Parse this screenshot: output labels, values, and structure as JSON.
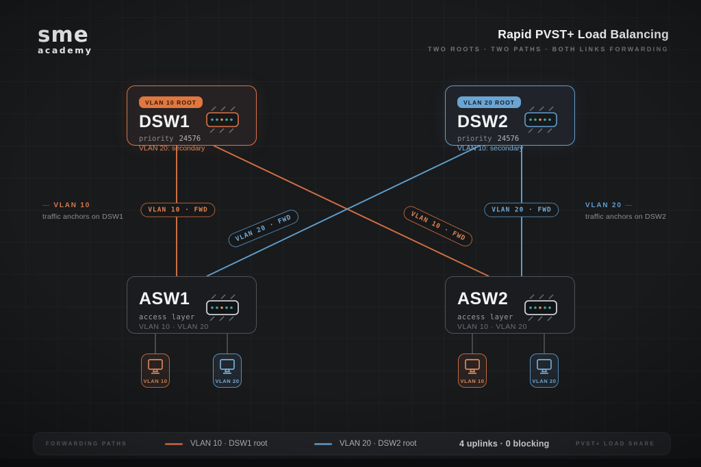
{
  "brand": {
    "top": "sme",
    "bottom": "academy"
  },
  "header": {
    "title": "Rapid PVST+ Load Balancing",
    "subtitle": "TWO ROOTS · TWO PATHS · BOTH LINKS FORWARDING"
  },
  "colors": {
    "vlan10_orange": "#d9754a",
    "vlan20_blue": "#64a0ce",
    "background": "#191a1c",
    "node_bg": "#1c1d21",
    "footer_bg": "#25262a"
  },
  "nodes": {
    "dsw1": {
      "badge": "VLAN 10 ROOT",
      "name": "DSW1",
      "priority_label": "priority",
      "priority_value": "24576",
      "secondary": "VLAN 20: secondary"
    },
    "dsw2": {
      "badge": "VLAN 20 ROOT",
      "name": "DSW2",
      "priority_label": "priority",
      "priority_value": "24576",
      "secondary": "VLAN 10: secondary"
    },
    "asw1": {
      "name": "ASW1",
      "role": "access layer",
      "vlans": "VLAN 10 · VLAN 20"
    },
    "asw2": {
      "name": "ASW2",
      "role": "access layer",
      "vlans": "VLAN 10 · VLAN 20"
    }
  },
  "links": {
    "dsw1_asw1": "VLAN 10 · FWD",
    "dsw2_asw2": "VLAN 20 · FWD",
    "dsw2_asw1": "VLAN 20 · FWD",
    "dsw1_asw2": "VLAN 10 · FWD"
  },
  "annotations": {
    "left": {
      "dash": "—",
      "title": "VLAN 10",
      "text": "traffic anchors on DSW1"
    },
    "right": {
      "dash": "—",
      "title": "VLAN 20",
      "text": "traffic anchors on DSW2"
    }
  },
  "hosts": {
    "asw1_vlan10": "VLAN 10",
    "asw1_vlan20": "VLAN 20",
    "asw2_vlan10": "VLAN 10",
    "asw2_vlan20": "VLAN 20"
  },
  "footer": {
    "left": "FORWARDING PATHS",
    "legend": [
      {
        "label": "VLAN 10 · DSW1 root"
      },
      {
        "label": "VLAN 20 · DSW2 root"
      }
    ],
    "stats": "4 uplinks · 0 blocking",
    "right": "PVST+ LOAD SHARE"
  }
}
